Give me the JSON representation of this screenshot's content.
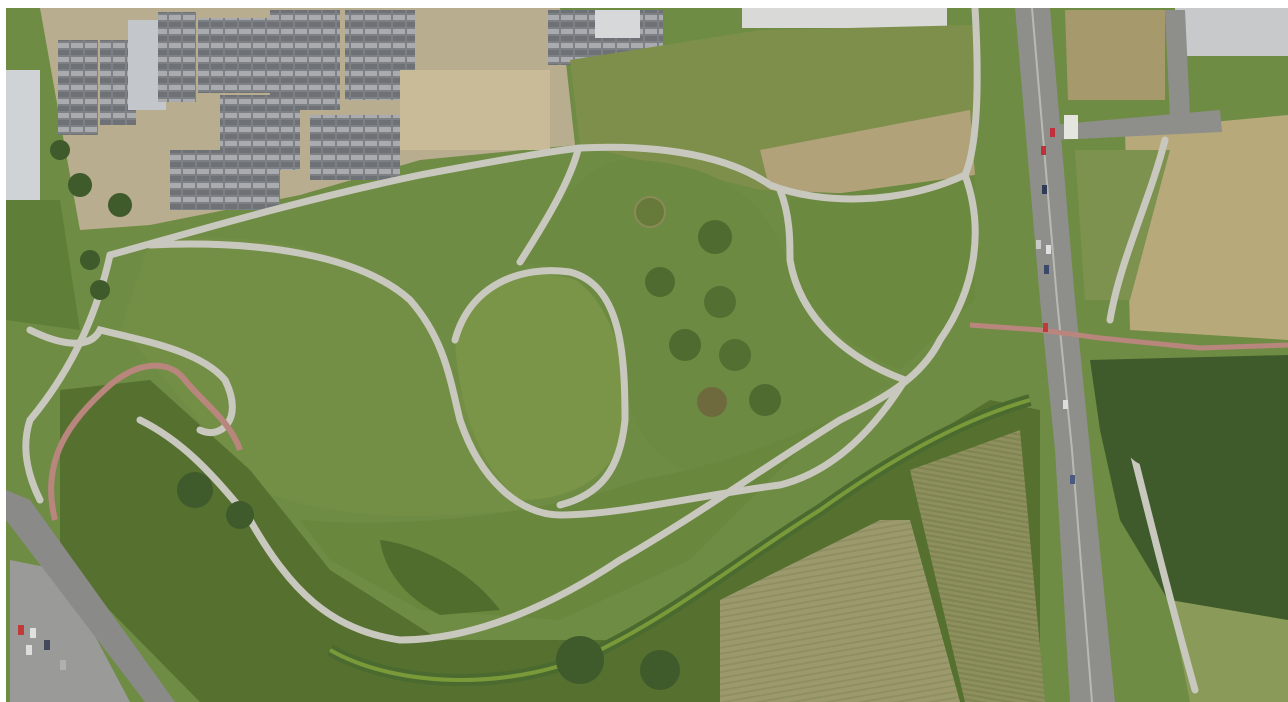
{
  "map": {
    "kind": "aerial-orthophoto",
    "features": [
      "park-meadow",
      "curved-footpaths",
      "tree-circles",
      "garage-blocks",
      "highway",
      "river-channel",
      "farm-fields",
      "parking-lot"
    ],
    "palette": {
      "meadow": "#6f8c44",
      "meadow_dark": "#5c7a37",
      "path": "#c9c8bf",
      "road": "#8e8e8b",
      "dry_field": "#b4a57a",
      "forest": "#3f5a2b",
      "water": "#4d6a34",
      "roof": "#8a8c90",
      "bike_path": "#b9867e"
    },
    "car_count": 9
  }
}
